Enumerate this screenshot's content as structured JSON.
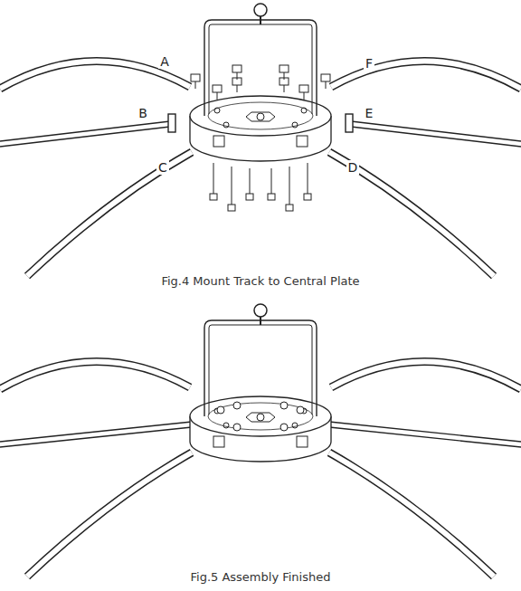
{
  "diagram": {
    "labels": [
      "A",
      "B",
      "C",
      "D",
      "E",
      "F",
      "Fig.4 Mount Track to Central Plate",
      "Fig.5 Assembly Finished"
    ]
  }
}
